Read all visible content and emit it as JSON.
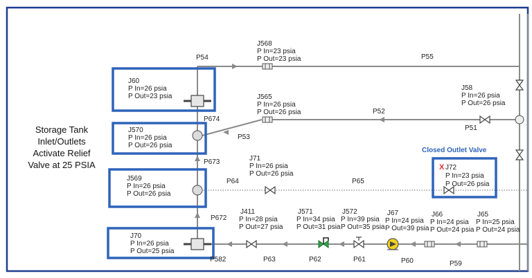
{
  "annotation": {
    "line1": "Storage Tank",
    "line2": "Inlet/Outlets",
    "line3": "Activate Relief",
    "line4": "Valve at 25 PSIA",
    "closed_valve": "Closed Outlet Valve"
  },
  "junctions": {
    "J60": {
      "name": "J60",
      "pin": "P In=26 psia",
      "pout": "P Out=23 psia"
    },
    "J570": {
      "name": "J570",
      "pin": "P In=26 psia",
      "pout": "P Out=26 psia"
    },
    "J569": {
      "name": "J569",
      "pin": "P In=26 psia",
      "pout": "P Out=26 psia"
    },
    "J70": {
      "name": "J70",
      "pin": "P In=26 psia",
      "pout": "P Out=25 psia"
    },
    "J568": {
      "name": "J568",
      "pin": "P In=23 psia",
      "pout": "P Out=23 psia"
    },
    "J565": {
      "name": "J565",
      "pin": "P In=26 psia",
      "pout": "P Out=26 psia"
    },
    "J58": {
      "name": "J58",
      "pin": "P In=26 psia",
      "pout": "P Out=26 psia"
    },
    "J71": {
      "name": "J71",
      "pin": "P In=26 psia",
      "pout": "P Out=26 psia"
    },
    "J72": {
      "name": "J72",
      "pin": "P In=23 psia",
      "pout": "P Out=26 psia",
      "mark": "X"
    },
    "J411": {
      "name": "J411",
      "pin": "P In=28 psia",
      "pout": "P Out=27 psia"
    },
    "J571": {
      "name": "J571",
      "pin": "P In=34 psia",
      "pout": "P Out=31 psia"
    },
    "J572": {
      "name": "J572",
      "pin": "P In=39 psia",
      "pout": "P Out=35 psia"
    },
    "J67": {
      "name": "J67",
      "pin": "P In=24 psia",
      "pout": "P Out=39 psia"
    },
    "J66": {
      "name": "J66",
      "pin": "P In=24 psia",
      "pout": "P Out=24 psia"
    },
    "J65": {
      "name": "J65",
      "pin": "P In=25 psia",
      "pout": "P Out=24 psia"
    }
  },
  "pipes": {
    "P54": "P54",
    "P55": "P55",
    "P674": "P674",
    "P52": "P52",
    "P51": "P51",
    "P53": "P53",
    "P673": "P673",
    "P64": "P64",
    "P65": "P65",
    "P672": "P672",
    "P582": "P582",
    "P63": "P63",
    "P62": "P62",
    "P61": "P61",
    "P60": "P60",
    "P59": "P59"
  },
  "colors": {
    "border": "#1f3d8f",
    "highlight": "#2f64ba",
    "pipe": "#8a8a8a",
    "pump": "#f2d21a",
    "check_valve": "#2fa84a"
  }
}
